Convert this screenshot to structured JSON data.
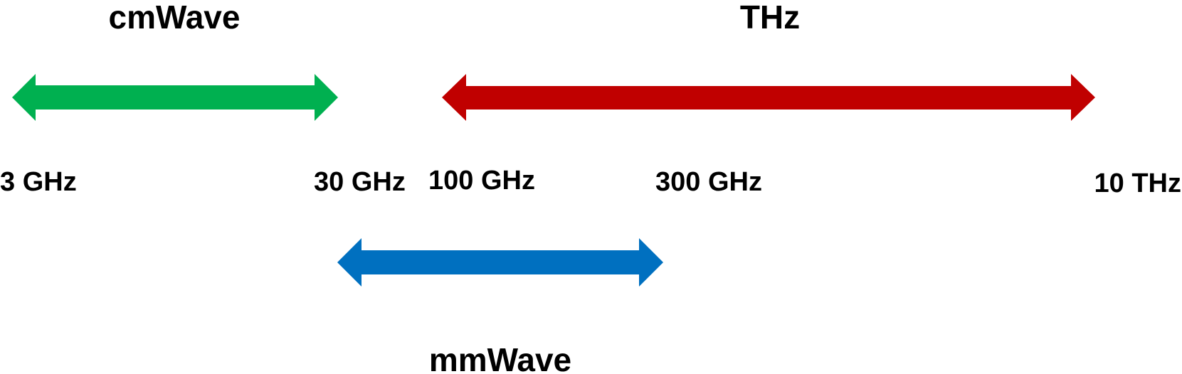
{
  "bands": [
    {
      "id": "cmwave",
      "label": "cmWave",
      "color": "#00B050"
    },
    {
      "id": "thz",
      "label": "THz",
      "color": "#C00000"
    },
    {
      "id": "mmwave",
      "label": "mmWave",
      "color": "#0070C0"
    }
  ],
  "frequency_labels": [
    "3 GHz",
    "30 GHz",
    "100 GHz",
    "300 GHz",
    "10 THz"
  ]
}
